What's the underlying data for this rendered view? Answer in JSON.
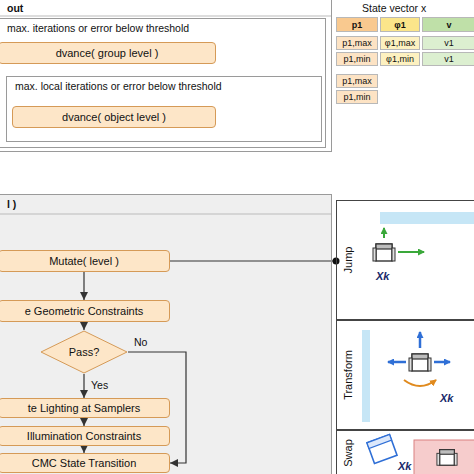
{
  "diagram": {
    "nodes": [
      {
        "text": [
          "out"
        ]
      },
      {
        "text": [
          "max. iterations or error below threshold"
        ],
        "in": 0
      },
      {
        "text": [
          "dvance( group level )"
        ],
        "in": 1
      },
      {
        "text": [
          "max. local iterations or error below threshold"
        ],
        "in": 1
      },
      {
        "text": [
          "dvance( object level )"
        ],
        "in": 3
      },
      {
        "text": [
          "l )"
        ]
      },
      {
        "text": [
          "Mutate( level )"
        ],
        "in": 5
      },
      {
        "text": [
          "e Geometric Constraints"
        ],
        "in": 5
      },
      {
        "text": [
          "Pass?"
        ],
        "in": 5
      },
      {
        "text": [
          "te Lighting at Samplers"
        ],
        "in": 5
      },
      {
        "text": [
          "Illumination Constraints"
        ],
        "in": 5
      },
      {
        "text": [
          "CMC State Transition"
        ],
        "in": 5
      },
      {
        "text": [
          "Jump"
        ]
      },
      {
        "text": [
          "Transform"
        ]
      },
      {
        "text": [
          "Swap"
        ]
      }
    ],
    "edges": [
      {
        "from": 6,
        "to": 7,
        "arrow": "to"
      },
      {
        "from": 7,
        "to": 8,
        "arrow": "to"
      },
      {
        "from": 8,
        "to": 9,
        "label": "Yes",
        "arrow": "to"
      },
      {
        "from": 9,
        "to": 10,
        "arrow": "to"
      },
      {
        "from": 10,
        "to": 11,
        "arrow": "to"
      },
      {
        "from": 8,
        "to": 11,
        "label": "No",
        "arrow": "to"
      },
      {
        "from": 6,
        "to": 12,
        "arrow": "none"
      }
    ],
    "labels": [
      "State vector x",
      "p1",
      "φ1",
      "v",
      "p1,max",
      "φ1,max",
      "v1",
      "p1,min",
      "φ1,min",
      "v1",
      "p1,max",
      "p1,min",
      "Xk",
      "Xk",
      "Xk"
    ]
  }
}
